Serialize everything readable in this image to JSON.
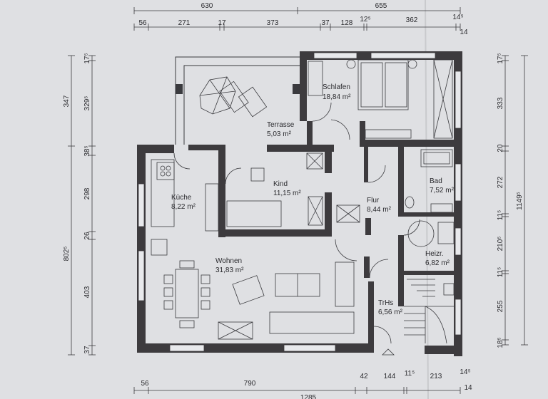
{
  "dims_top_total": [
    "630",
    "655"
  ],
  "dims_top_parts": [
    "56",
    "271",
    "17",
    "373",
    "37",
    "128",
    "12⁵",
    "362",
    "14⁵",
    "14"
  ],
  "dims_left_outer": [
    "347",
    "802⁵"
  ],
  "dims_left_inner": [
    "17⁵",
    "329⁵",
    "38⁵",
    "298",
    "26",
    "403",
    "37"
  ],
  "dims_right_inner": [
    "17⁵",
    "333",
    "20",
    "272",
    "11⁵",
    "210⁵",
    "11⁵",
    "255",
    "18⁵"
  ],
  "dims_right_outer": [
    "1149⁵"
  ],
  "dims_bottom_parts": [
    "56",
    "790",
    "42",
    "144",
    "11⁵",
    "213",
    "14⁵",
    "14"
  ],
  "dims_bottom_total": "1285",
  "rooms": {
    "schlafen": {
      "name": "Schlafen",
      "area": "18,84 m²"
    },
    "terrasse": {
      "name": "Terrasse",
      "area": "5,03 m²"
    },
    "kind": {
      "name": "Kind",
      "area": "11,15 m²"
    },
    "kueche": {
      "name": "Küche",
      "area": "8,22 m²"
    },
    "flur": {
      "name": "Flur",
      "area": "8,44 m²"
    },
    "bad": {
      "name": "Bad",
      "area": "7,52 m²"
    },
    "wohnen": {
      "name": "Wohnen",
      "area": "31,83 m²"
    },
    "heizr": {
      "name": "Heizr.",
      "area": "6,82 m²"
    },
    "trhs": {
      "name": "TrHs",
      "area": "6,56 m²"
    }
  }
}
